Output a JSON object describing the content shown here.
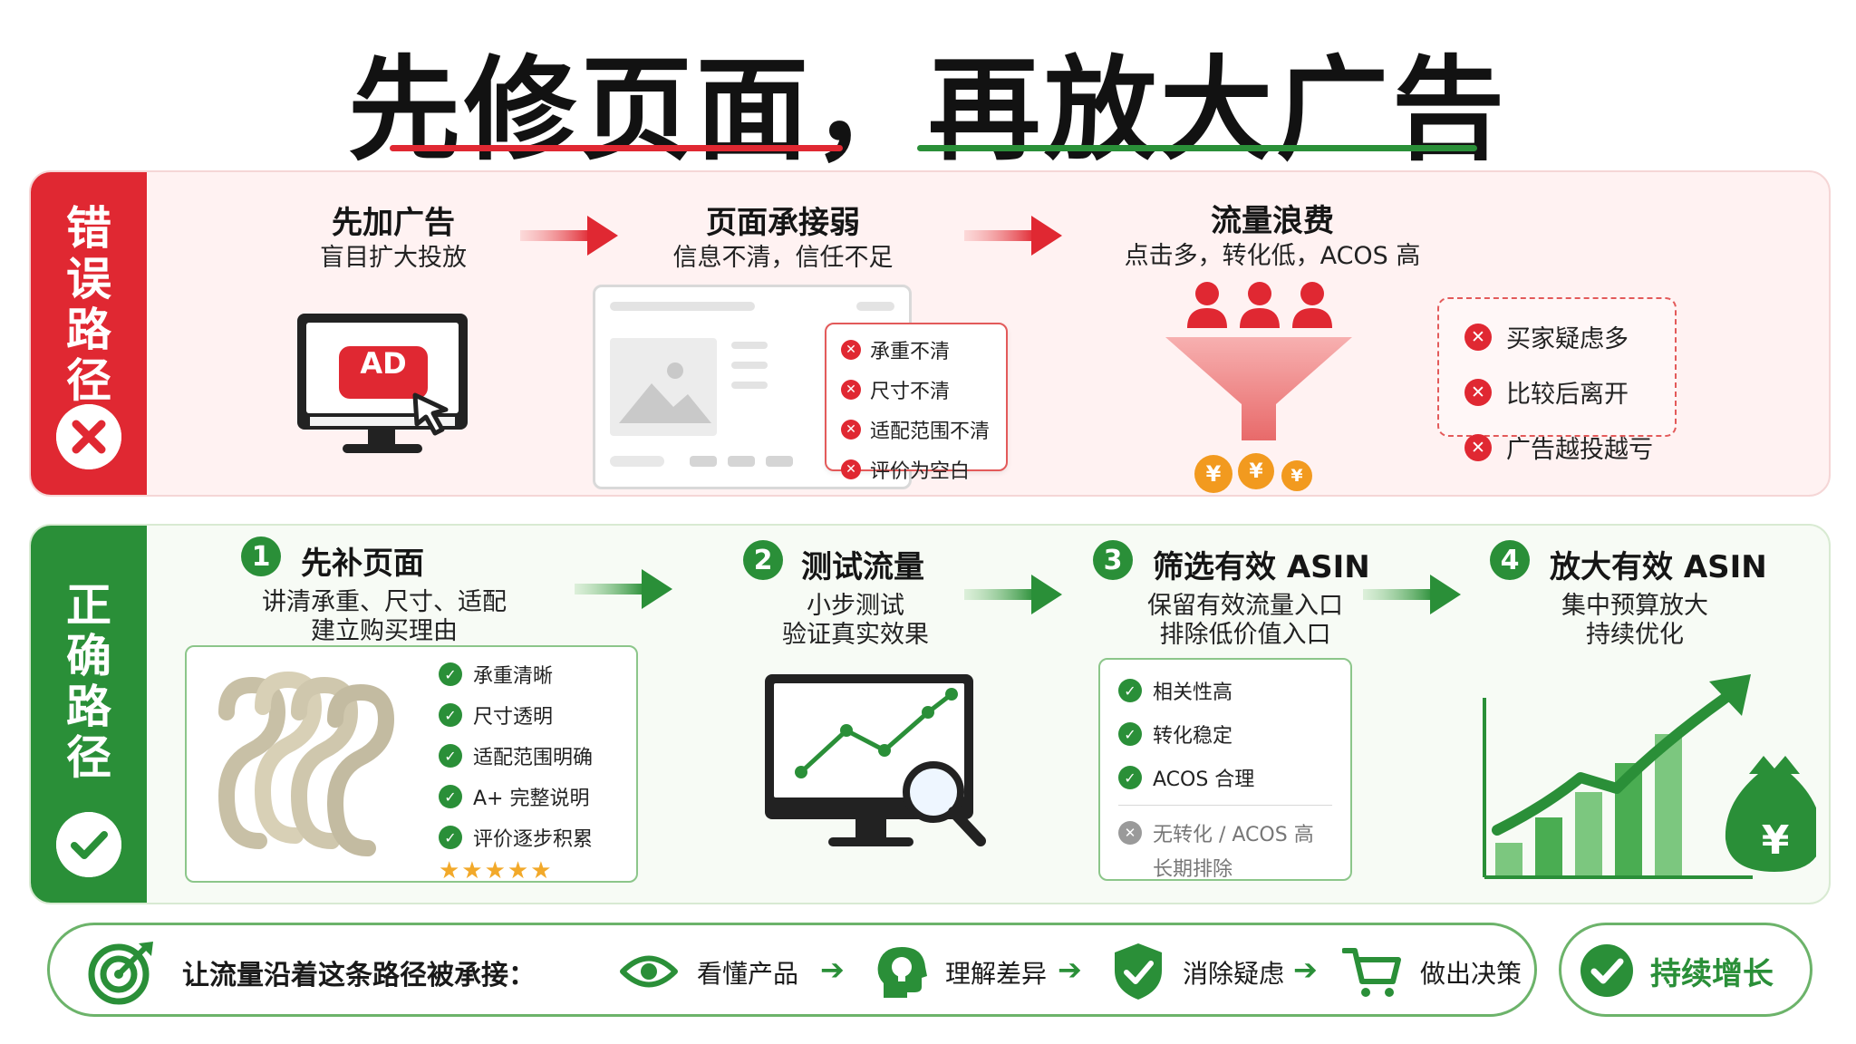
{
  "title": {
    "text": "先修页面，再放大广告"
  },
  "colors": {
    "red": "#e02832",
    "green": "#2a8f38",
    "light_red": "#fff2f2",
    "light_green": "#f7fbf5"
  },
  "wrong_path": {
    "label": "错误路径",
    "steps": [
      {
        "title": "先加广告",
        "subtitle": "盲目扩大投放",
        "ad_text": "AD"
      },
      {
        "title": "页面承接弱",
        "subtitle": "信息不清，信任不足",
        "issues": [
          "承重不清",
          "尺寸不清",
          "适配范围不清",
          "评价为空白"
        ]
      },
      {
        "title": "流量浪费",
        "subtitle": "点击多，转化低，ACOS 高",
        "coins": [
          "¥",
          "¥",
          "¥"
        ]
      }
    ],
    "results": [
      "买家疑虑多",
      "比较后离开",
      "广告越投越亏"
    ]
  },
  "right_path": {
    "label": "正确路径",
    "steps": [
      {
        "num": "1",
        "title": "先补页面",
        "lines": [
          "讲清承重、尺寸、适配",
          "建立购买理由"
        ],
        "checks": [
          "承重清晰",
          "尺寸透明",
          "适配范围明确",
          "A+ 完整说明",
          "评价逐步积累"
        ],
        "stars": "★★★★★"
      },
      {
        "num": "2",
        "title": "测试流量",
        "lines": [
          "小步测试",
          "验证真实效果"
        ]
      },
      {
        "num": "3",
        "title": "筛选有效 ASIN",
        "lines": [
          "保留有效流量入口",
          "排除低价值入口"
        ],
        "checks": [
          "相关性高",
          "转化稳定",
          "ACOS 合理"
        ],
        "excluded": [
          "无转化 / ACOS 高",
          "长期排除"
        ]
      },
      {
        "num": "4",
        "title": "放大有效 ASIN",
        "lines": [
          "集中预算放大",
          "持续优化"
        ],
        "money_symbol": "¥",
        "bars": [
          0.18,
          0.32,
          0.46,
          0.62,
          0.78
        ]
      }
    ]
  },
  "bottom": {
    "lead": "让流量沿着这条路径被承接：",
    "flow": [
      {
        "icon": "eye-icon",
        "label": "看懂产品"
      },
      {
        "icon": "lightbulb-head-icon",
        "label": "理解差异"
      },
      {
        "icon": "shield-check-icon",
        "label": "消除疑虑"
      },
      {
        "icon": "cart-icon",
        "label": "做出决策"
      }
    ],
    "final": "持续增长"
  }
}
